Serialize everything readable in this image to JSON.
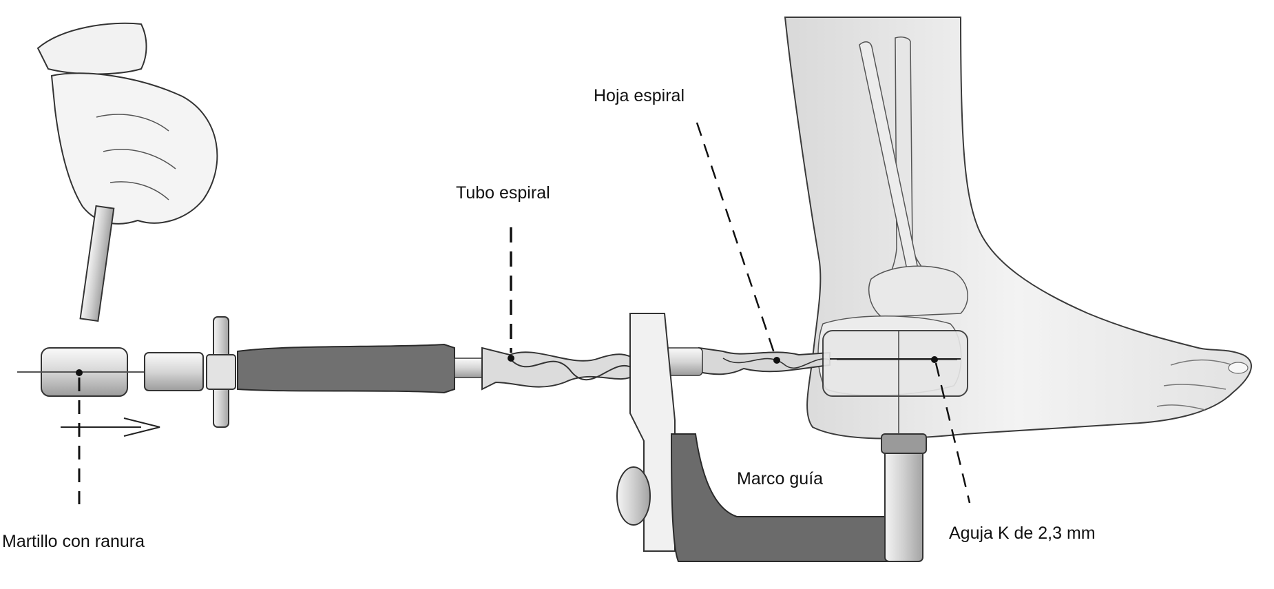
{
  "labels": {
    "hammer": "Martillo con ranura",
    "spiral_tube": "Tubo espiral",
    "spiral_blade": "Hoja espiral",
    "guide_frame": "Marco guía",
    "k_wire": "Aguja K de 2,3 mm"
  },
  "colors": {
    "outline": "#2a2a2a",
    "dark_grey": "#6b6b6b",
    "mid_grey": "#b9b9b9",
    "light_grey": "#e4e4e4",
    "skin": "#efefef",
    "leader": "#111111"
  }
}
